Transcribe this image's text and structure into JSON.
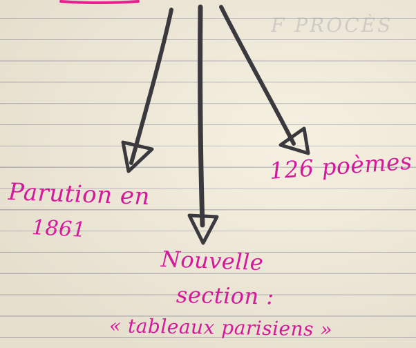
{
  "notes": {
    "top_right_show_through": "F PROCÈS",
    "label_left_line1": "Parution en",
    "label_left_line2": "1861",
    "label_right": "126 poèmes",
    "label_center_line1": "Nouvelle",
    "label_center_line2": "section :",
    "label_center_line3": "« tableaux parisiens »"
  },
  "colors": {
    "ink_arrows": "#3a3a3e",
    "ink_text": "#d4199a",
    "paper": "#f4eddb",
    "rule_lines": "#b9b7ba",
    "accent_stroke_top": "#e81f8c"
  }
}
